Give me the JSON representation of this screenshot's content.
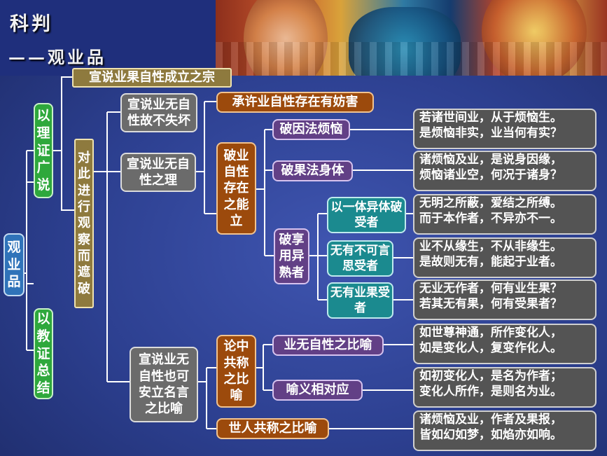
{
  "header": {
    "title": "科判",
    "subtitle": "——观业品"
  },
  "root": "观业品",
  "left": {
    "upper": "以理证广说",
    "lower": "以教证总结"
  },
  "top_box": "宣说业果自性成立之宗",
  "analyze": "对此进行观察而遮破",
  "mid": {
    "a": "宣说业无自性故不失坏",
    "b": "宣说业无自性之理",
    "c": "宣说业无自性也可安立名言之比喻"
  },
  "refute": {
    "accept": "承许业自性存在有妨害",
    "main": "破业自性存在之能立",
    "cause": "破因法烦恼",
    "fruit": "破果法身体",
    "enjoyer": "破享用异熟者",
    "sub1": "以一体异体破受者",
    "sub2": "无有不可言思受者",
    "sub3": "无有业果受者"
  },
  "example": {
    "main": "论中共称之比喻",
    "e1": "业无自性之比喻",
    "e2": "喻义相对应",
    "world": "世人共称之比喻"
  },
  "verses": [
    [
      "若诸世间业，从于烦恼生。",
      "是烦恼非实，业当何有实？"
    ],
    [
      "诸烦恼及业，是说身因缘，",
      "烦恼诸业空，何况于诸身？"
    ],
    [
      "无明之所蔽，爱结之所缚。",
      "而于本作者，不异亦不一。"
    ],
    [
      "业不从缘生，不从非缘生。",
      "是故则无有，能起于业者。"
    ],
    [
      "无业无作者，何有业生果？",
      "若其无有果，何有受果者？"
    ],
    [
      "如世尊神通，所作变化人，",
      "如是变化人，复变作化人。"
    ],
    [
      "如初变化人，是名为作者；",
      "变化人所作，是则名为业。"
    ],
    [
      "诸烦恼及业，作者及果报，",
      "皆如幻如梦，如焰亦如响。"
    ]
  ]
}
